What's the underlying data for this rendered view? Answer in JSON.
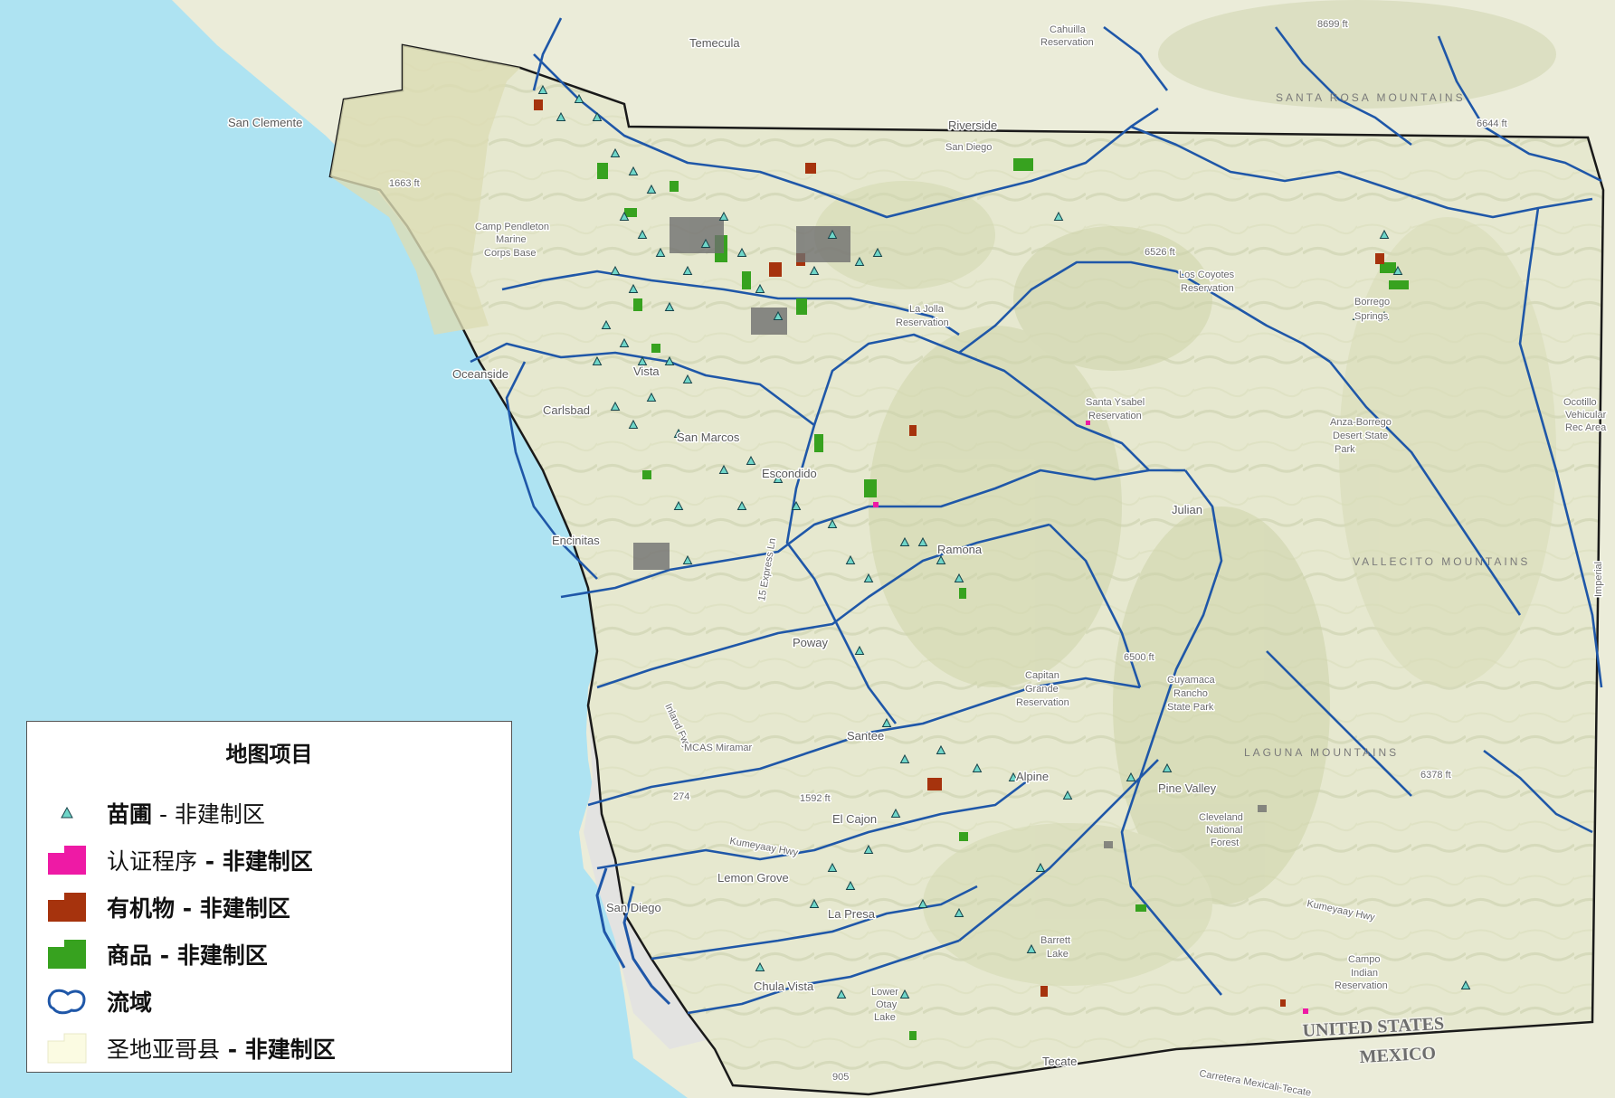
{
  "legend": {
    "title": "地图项目",
    "items": [
      {
        "prefix": "苗圃",
        "suffix": " - 非建制区",
        "symbol": "triangle",
        "color": "#6fd6c9"
      },
      {
        "prefix": "认证程序",
        "suffix": " - 非建制区",
        "symbol": "polygon",
        "color": "#ee1aa5"
      },
      {
        "prefix": "有机物",
        "suffix": " - 非建制区",
        "symbol": "polygon",
        "color": "#a6330d"
      },
      {
        "prefix": "商品",
        "suffix": " - 非建制区",
        "symbol": "polygon",
        "color": "#37a21f"
      },
      {
        "prefix": "流域",
        "suffix": "",
        "symbol": "watershed",
        "color": "#1f57a8"
      },
      {
        "prefix": "圣地亚哥县",
        "suffix": " - 非建制区",
        "symbol": "polygon",
        "color": "#fbfbe2"
      }
    ]
  },
  "places": {
    "temecula": "Temecula",
    "cahuilla": "Cahuilla",
    "cahuilla2": "Reservation",
    "san_clemente": "San Clemente",
    "riverside": "Riverside",
    "san_diego_county": "San Diego",
    "elev_8699": "8699 ft",
    "elev_6644": "6644 ft",
    "santa_rosa": "SANTA ROSA MOUNTAINS",
    "elev_1663": "1663 ft",
    "camp_pendleton": "Camp Pendleton",
    "marine": "Marine",
    "corps_base": "Corps Base",
    "elev_6526": "6526 ft",
    "los_coyotes": "Los Coyotes",
    "los_coyotes2": "Reservation",
    "borrego": "Borrego",
    "springs": "Springs",
    "la_jolla": "La Jolla",
    "la_jolla2": "Reservation",
    "oceanside": "Oceanside",
    "vista": "Vista",
    "carlsbad": "Carlsbad",
    "san_marcos": "San Marcos",
    "santa_ysabel": "Santa Ysabel",
    "santa_ysabel2": "Reservation",
    "anza": "Anza-Borrego",
    "anza2": "Desert State",
    "anza3": "Park",
    "ocotillo": "Ocotillo",
    "ocotillo2": "Vehicular",
    "ocotillo3": "Rec Area",
    "escondido": "Escondido",
    "julian": "Julian",
    "encinitas": "Encinitas",
    "ramona": "Ramona",
    "express": "15 Express Ln",
    "vallecito": "VALLECITO MOUNTAINS",
    "imperial": "Imperial",
    "poway": "Poway",
    "elev_6500": "6500 ft",
    "capitan": "Capitan",
    "capitan2": "Grande",
    "capitan3": "Reservation",
    "cuyamaca": "Cuyamaca",
    "cuyamaca2": "Rancho",
    "cuyamaca3": "State Park",
    "inland_fwy": "Inland Fwy",
    "mcas": "MCAS Miramar",
    "santee": "Santee",
    "laguna": "LAGUNA MOUNTAINS",
    "elev_6378": "6378 ft",
    "elev_274": "274",
    "elev_1592": "1592 ft",
    "alpine": "Alpine",
    "pine_valley": "Pine Valley",
    "el_cajon": "El Cajon",
    "cleveland": "Cleveland",
    "cleveland2": "National",
    "cleveland3": "Forest",
    "kumeyaay": "Kumeyaay Hwy",
    "kumeyaay2": "Kumeyaay Hwy",
    "lemon_grove": "Lemon Grove",
    "san_diego": "San Diego",
    "la_presa": "La Presa",
    "barrett": "Barrett",
    "barrett2": "Lake",
    "campo": "Campo",
    "campo2": "Indian",
    "campo3": "Reservation",
    "chula_vista": "Chula Vista",
    "lower_otay": "Lower",
    "lower_otay2": "Otay",
    "lower_otay3": "Lake",
    "united_states": "UNITED STATES",
    "mexico": "MEXICO",
    "tecate": "Tecate",
    "rt_905": "905",
    "carretera": "Carretera Mexicali-Tecate"
  }
}
